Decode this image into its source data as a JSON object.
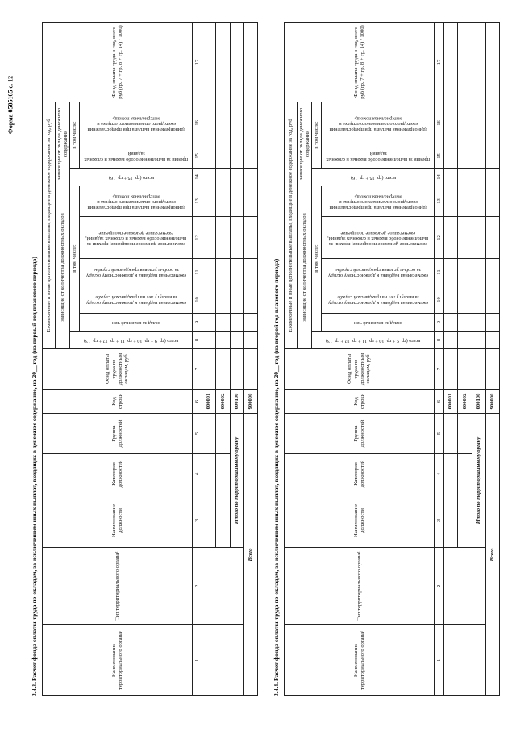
{
  "form_number": "Форма 0505165 с. 12",
  "sections": [
    {
      "title": "3.4.3. Расчет фонда оплаты труда по окладам, за исключением иных выплат, входящих в денежное содержание, на 20__ год (на первый год планового периода)",
      "headers": {
        "c1": "Наименование территориального органа¹",
        "c2": "Тип территориального органа²",
        "c3": "Наименование должности",
        "c4": "Категория должностей",
        "c5": "Группа должностей",
        "c6": "Код строки",
        "c7": "Фонд оплаты труда по должностным окладам, руб",
        "group": "Ежемесячные и иные дополнительные выплаты, входящие в денежное содержание за год, руб",
        "sub_a": "зависящие от количества должностных окладов",
        "sub_b": "зависящие от оклада денежного содержания",
        "incl_a": "в том числе:",
        "incl_b": "в том числе:",
        "c8": "всего (гр. 9 + гр. 10 + гр. 11 + гр. 12 + гр. 13)",
        "c9": "оклад за классный чин",
        "c10": "ежемесячная надбавка к должностному окладу за выслугу лет на гражданской службе",
        "c11": "ежемесячная надбавка к должностному окладу за особые условия гражданской службы",
        "c12": "ежемесячное денежное поощрение, премии за выполнение особо важных и сложных заданий, ежемесячное денежное поощрение",
        "c13": "единовременная выплата при предоставлении ежегодного оплачиваемого отпуска и материальная помощь",
        "c14": "всего (гр. 15 + гр. 16)",
        "c15": "премии за выполнение особо важных и сложных заданий",
        "c16": "единовременная выплата при предоставлении ежегодного оплачиваемого отпуска и материальная помощь",
        "c17": "Фонд оплаты труда в год, всего руб (гр. 7 + гр. 8 + гр. 14) / 1000)"
      },
      "col_numbers": [
        "1",
        "2",
        "3",
        "4",
        "5",
        "6",
        "7",
        "8",
        "9",
        "10",
        "11",
        "12",
        "13",
        "14",
        "15",
        "16",
        "17"
      ],
      "codes": [
        "000001",
        "000002",
        "000100",
        "900000"
      ],
      "totals": [
        "Итого по территориальному органу",
        "Всего"
      ]
    },
    {
      "title": "3.4.4. Расчет фонда оплаты труда по окладам, за исключением иных выплат, входящих в денежное содержание, на 20__ год (на второй год планового периода)",
      "headers": {
        "c1": "Наименование территориального органа¹",
        "c2": "Тип территориального органа²",
        "c3": "Наименование должности",
        "c4": "Категория должностей",
        "c5": "Группа должностей",
        "c6": "Код строки",
        "c7": "Фонд оплаты труда по должностным окладам, руб",
        "group": "Ежемесячные и иные дополнительные выплаты, входящие в денежное содержание за год, руб",
        "sub_a": "зависящие от количества должностных окладов",
        "sub_b": "зависящие от оклада денежного содержания",
        "incl_a": "в том числе:",
        "incl_b": "в том числе:",
        "c8": "всего (гр. 9 + гр. 10 + гр. 11 + гр. 12 + гр. 13)",
        "c9": "оклад за классный чин",
        "c10": "ежемесячная надбавка к должностному окладу за выслугу лет на гражданской службе",
        "c11": "ежемесячная надбавка к должностному окладу за особые условия гражданской службы",
        "c12": "ежемесячное денежное поощрение, премии за выполнение особо важных и сложных заданий, ежемесячное денежное поощрение",
        "c13": "единовременная выплата при предоставлении ежегодного оплачиваемого отпуска и материальная помощь",
        "c14": "всего (гр. 15 + гр. 16)",
        "c15": "премии за выполнение особо важных и сложных заданий",
        "c16": "единовременная выплата при предоставлении ежегодного оплачиваемого отпуска и материальная помощь",
        "c17": "Фонд оплаты труда в год, всего руб (гр. 7 + гр. 8 + гр. 14) / 1000)"
      },
      "col_numbers": [
        "1",
        "2",
        "3",
        "4",
        "5",
        "6",
        "7",
        "8",
        "9",
        "10",
        "11",
        "12",
        "13",
        "14",
        "15",
        "16",
        "17"
      ],
      "codes": [
        "000001",
        "000002",
        "000100",
        "900000"
      ],
      "totals": [
        "Итого по территориальному органу",
        "Всего"
      ]
    }
  ]
}
